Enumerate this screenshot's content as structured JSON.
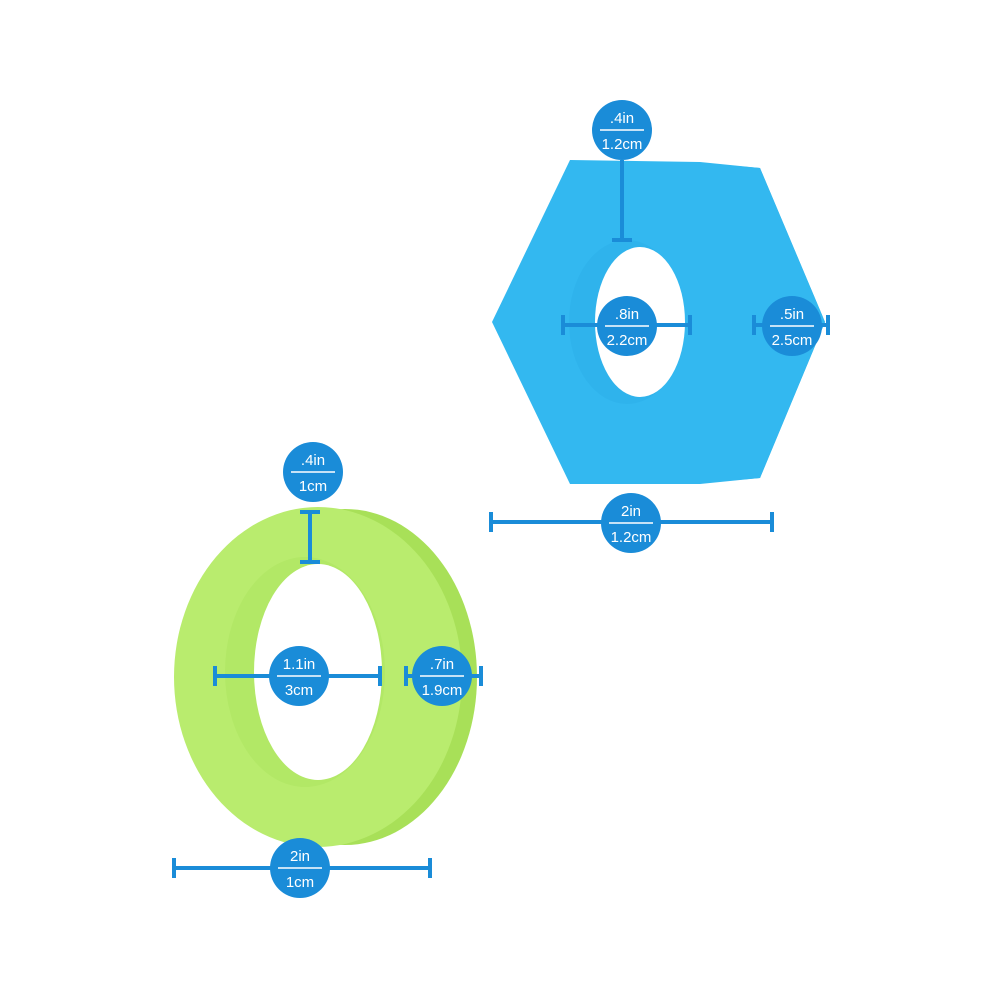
{
  "colors": {
    "measure": "#1a8cd8",
    "badge": "#1a8cd8",
    "badge_text": "#ffffff",
    "hex_ring_face": "#33b8f0",
    "hex_ring_side": "#26a8e3",
    "hex_ring_inner": "#2fb3ec",
    "round_ring_face": "#b9ec6e",
    "round_ring_side": "#a8e058",
    "round_ring_inner": "#b2e866",
    "background": "#ffffff"
  },
  "hex_ring": {
    "wall_thickness": {
      "imperial": ".4in",
      "metric": "1.2cm"
    },
    "inner_diameter": {
      "imperial": ".8in",
      "metric": "2.2cm"
    },
    "height": {
      "imperial": ".5in",
      "metric": "2.5cm"
    },
    "outer_width": {
      "imperial": "2in",
      "metric": "1.2cm"
    }
  },
  "round_ring": {
    "wall_thickness": {
      "imperial": ".4in",
      "metric": "1cm"
    },
    "inner_diameter": {
      "imperial": "1.1in",
      "metric": "3cm"
    },
    "height": {
      "imperial": ".7in",
      "metric": "1.9cm"
    },
    "outer_width": {
      "imperial": "2in",
      "metric": "1cm"
    }
  }
}
